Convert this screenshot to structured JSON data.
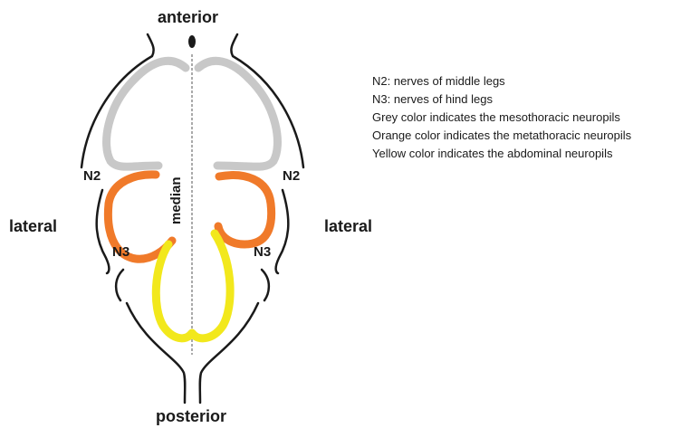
{
  "orientation": {
    "anterior": "anterior",
    "posterior": "posterior",
    "lateral_left": "lateral",
    "lateral_right": "lateral",
    "median": "median"
  },
  "nerve_labels": {
    "n2_left": "N2",
    "n2_right": "N2",
    "n3_left": "N3",
    "n3_right": "N3"
  },
  "legend": [
    "N2: nerves of middle legs",
    "N3: nerves of hind legs",
    "Grey color indicates the mesothoracic neuropils",
    "Orange color indicates the metathoracic neuropils",
    "Yellow color indicates the abdominal neuropils"
  ],
  "colors": {
    "mesothoracic": "#c8c8c8",
    "metathoracic": "#f07a2a",
    "abdominal": "#f2e81c",
    "outline": "#1a1a1a"
  }
}
